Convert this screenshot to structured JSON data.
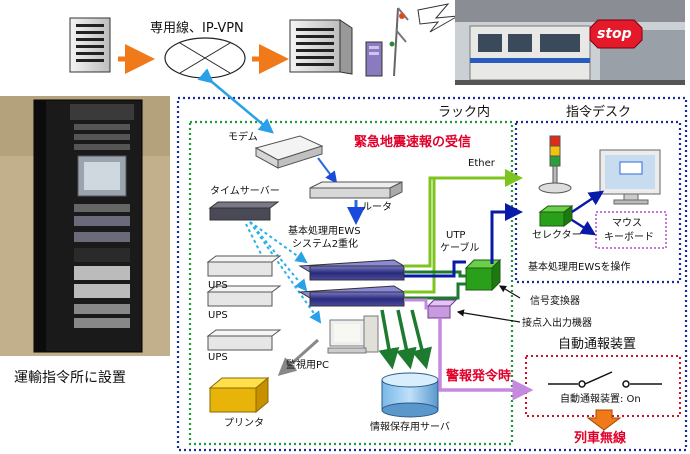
{
  "top_flow": {
    "network_label": "専用線、IP-VPN",
    "stop_sign": "stop"
  },
  "photo_caption": "運輸指令所に設置",
  "rack": {
    "title": "ラック内",
    "alert_title": "緊急地震速報の受信",
    "modem": "モデム",
    "router": "ルータ",
    "time_server": "タイムサーバー",
    "ews_line1": "基本処理用EWS",
    "ews_line2": "システム2重化",
    "ups": [
      "UPS",
      "UPS",
      "UPS"
    ],
    "monitor_pc": "監視用PC",
    "printer": "プリンタ",
    "info_server": "情報保存用サーバ",
    "ether": "Ether",
    "utp_line1": "UTP",
    "utp_line2": "ケーブル"
  },
  "desk": {
    "title": "指令デスク",
    "selector": "セレクター",
    "mouse_kb_line1": "マウス",
    "mouse_kb_line2": "キーボード",
    "operate": "基本処理用EWSを操作"
  },
  "signal_converter": "信号変換器",
  "io_device": "接点入出力機器",
  "alarm": "警報発令時",
  "auto_notify": {
    "title": "自動通報装置",
    "status": "自動通報装置: On",
    "train_radio": "列車無線"
  },
  "colors": {
    "rack_border": "#1a9a3a",
    "desk_border": "#1a2a9a",
    "notify_border": "#d0102a",
    "arrow_orange": "#f07a1a",
    "arrow_blue": "#1a4adc",
    "arrow_green": "#7dc41e",
    "arrow_darkgreen": "#1d7a2e",
    "arrow_violet": "#c58ae0",
    "arrow_gray": "#888888"
  }
}
